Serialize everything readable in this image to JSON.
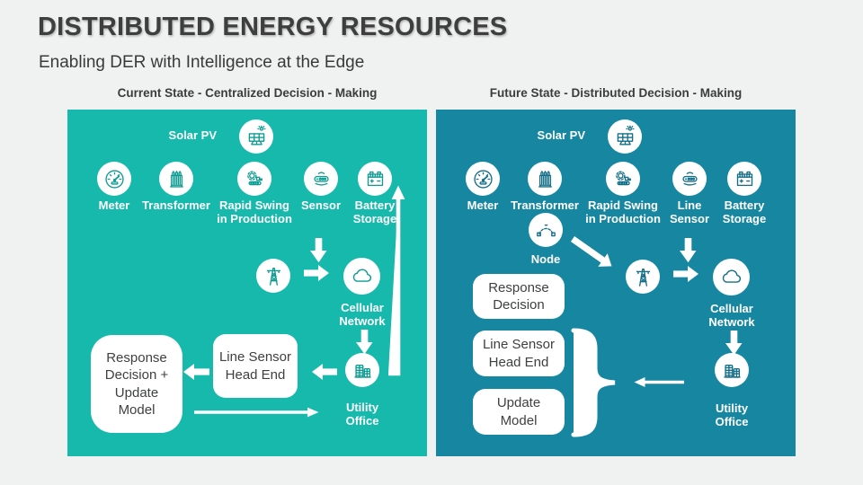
{
  "title": "DISTRIBUTED ENERGY RESOURCES",
  "subtitle": "Enabling DER with Intelligence at the Edge",
  "left": {
    "header": "Current State - Centralized Decision - Making",
    "solar_pv": "Solar PV",
    "meter": "Meter",
    "transformer": "Transformer",
    "production": "Rapid Swing\nin Production",
    "sensor": "Sensor",
    "battery": "Battery\nStorage",
    "cellular": "Cellular\nNetwork",
    "utility": "Utility\nOffice",
    "response_box": "Response\nDecision +\nUpdate\nModel",
    "line_sensor_box": "Line Sensor\nHead End"
  },
  "right": {
    "header": "Future State - Distributed Decision - Making",
    "solar_pv": "Solar PV",
    "meter": "Meter",
    "transformer": "Transformer",
    "production": "Rapid Swing\nin Production",
    "line_sensor": "Line\nSensor",
    "battery": "Battery\nStorage",
    "node": "Node",
    "cellular": "Cellular\nNetwork",
    "utility": "Utility\nOffice",
    "response_box": "Response\nDecision",
    "line_sensor_box": "Line Sensor\nHead End",
    "update_box": "Update\nModel"
  },
  "icons": {
    "solar": "solar-pv-icon",
    "meter": "meter-icon",
    "transformer": "transformer-icon",
    "production": "production-gear-icon",
    "sensor": "sensor-icon",
    "battery": "battery-icon",
    "node": "node-icon",
    "tower": "transmission-tower-icon",
    "cloud": "cloud-icon",
    "utility": "utility-office-icon"
  },
  "colors": {
    "background": "#F0F1F1",
    "left_panel": "#16B9AC",
    "right_panel": "#1787A1",
    "heading_text": "#3E3E3E",
    "box_text": "#3F4040",
    "diagram_white": "#FFFFFF"
  }
}
